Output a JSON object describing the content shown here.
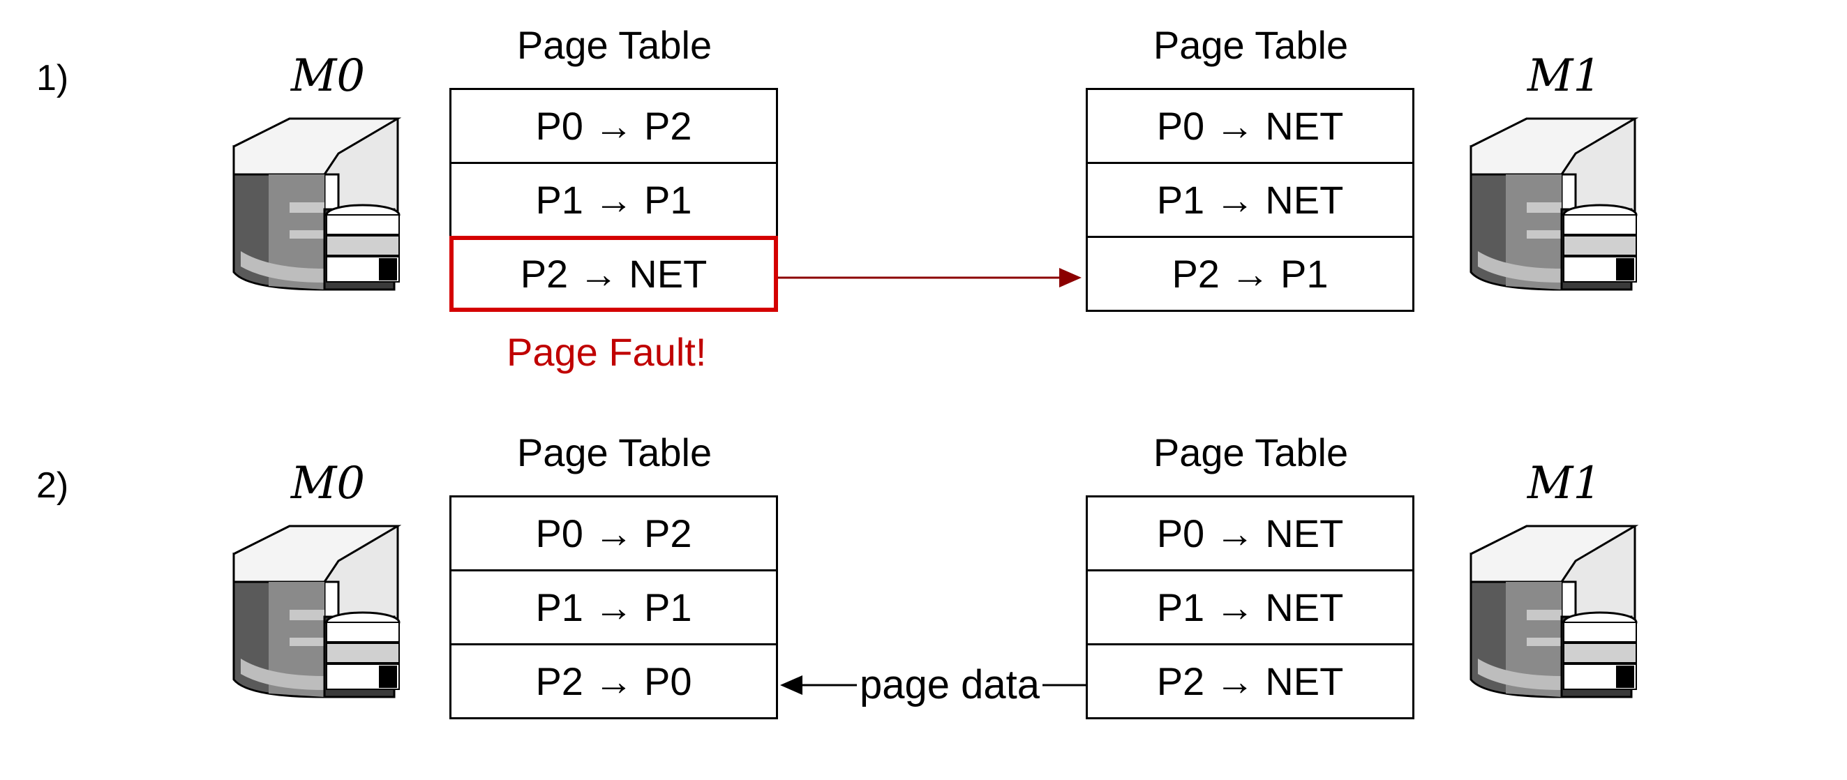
{
  "steps": [
    {
      "number": "1)",
      "left_machine": "M0",
      "right_machine": "M1",
      "left_table": {
        "title": "Page Table",
        "rows": [
          "P0 → P2",
          "P1 → P1",
          "P2 → NET"
        ]
      },
      "right_table": {
        "title": "Page Table",
        "rows": [
          "P0 → NET",
          "P1 → NET",
          "P2 → P1"
        ]
      },
      "fault_label": "Page Fault!"
    },
    {
      "number": "2)",
      "left_machine": "M0",
      "right_machine": "M1",
      "left_table": {
        "title": "Page Table",
        "rows": [
          "P0 → P2",
          "P1 → P1",
          "P2 → P0"
        ]
      },
      "right_table": {
        "title": "Page Table",
        "rows": [
          "P0 → NET",
          "P1 → NET",
          "P2 → NET"
        ]
      },
      "transfer_label": "page data"
    }
  ],
  "colors": {
    "fault": "#d40000",
    "fault_text": "#c00000",
    "arrow_request": "#8b0000",
    "arrow_data": "#000000"
  },
  "icons": [
    "server-icon"
  ]
}
